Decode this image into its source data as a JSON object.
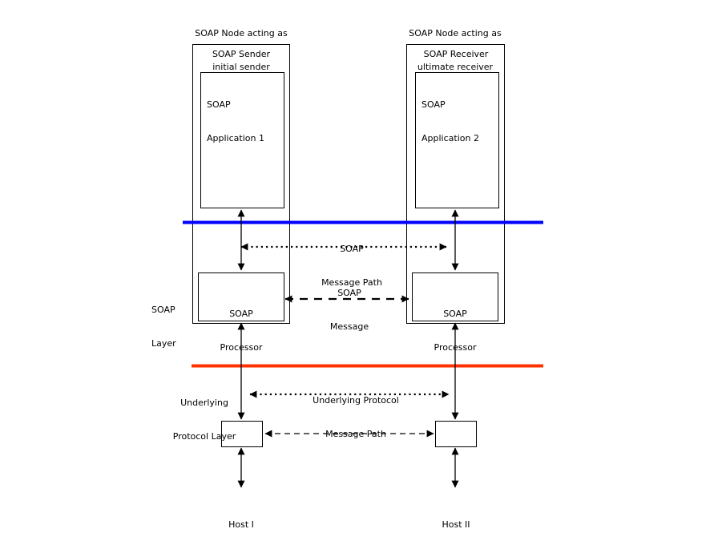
{
  "diagram": {
    "title": "SOAP message path across SOAP nodes",
    "colors": {
      "soap_layer_boundary": "#0000FF",
      "underlying_protocol_boundary": "#FF3300",
      "stroke": "#000000",
      "fill": "#FFFFFF",
      "background": "#FFFFFF"
    },
    "nodes": {
      "left": {
        "caption_line1": "SOAP Node acting as",
        "caption_line2": "initial sender",
        "outer_label": "SOAP Sender",
        "application_line1": "SOAP",
        "application_line2": "Application 1",
        "processor_line1": "SOAP",
        "processor_line2": "Processor",
        "host_label": "Host I"
      },
      "right": {
        "caption_line1": "SOAP Node acting as",
        "caption_line2": "ultimate receiver",
        "outer_label": "SOAP Receiver",
        "application_line1": "SOAP",
        "application_line2": "Application 2",
        "processor_line1": "SOAP",
        "processor_line2": "Processor",
        "host_label": "Host II"
      }
    },
    "layers": {
      "soap_layer_line1": "SOAP",
      "soap_layer_line2": "Layer",
      "underlying_protocol_line1": "Underlying",
      "underlying_protocol_line2": "Protocol Layer"
    },
    "annotations": {
      "soap_message_path_line1": "SOAP",
      "soap_message_path_line2": "Message Path",
      "soap_message_line1": "SOAP",
      "soap_message_line2": "Message",
      "underlying_message_path_line1": "Underlying Protocol",
      "underlying_message_path_line2": "Message Path"
    }
  }
}
